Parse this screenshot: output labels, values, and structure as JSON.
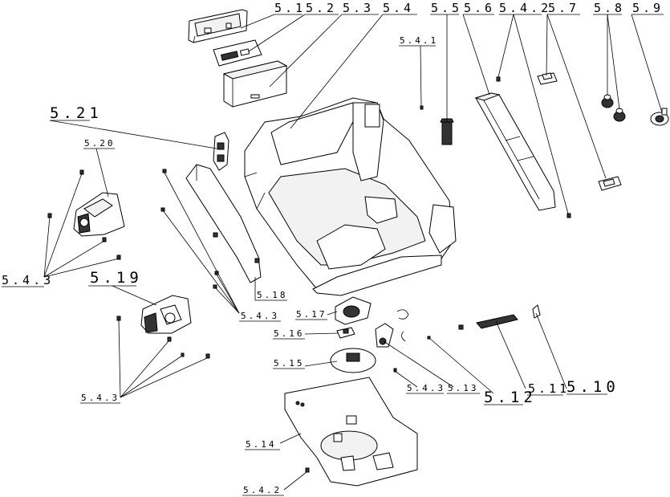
{
  "labels": {
    "l_5_1": "5.1",
    "l_5_2": "5.2",
    "l_5_3": "5.3",
    "l_5_4": "5.4",
    "l_5_5": "5.5",
    "l_5_6": "5.6",
    "l_5_4_2_top": "5.4.2",
    "l_5_7": "5.7",
    "l_5_8": "5.8",
    "l_5_9": "5.9",
    "l_5_4_1": "5.4.1",
    "l_5_21": "5.21",
    "l_5_20": "5.20",
    "l_5_4_3_left": "5.4.3",
    "l_5_19": "5.19",
    "l_5_18": "5.18",
    "l_5_4_3_mid": "5.4.3",
    "l_5_17": "5.17",
    "l_5_16": "5.16",
    "l_5_15": "5.15",
    "l_5_4_3_bottom": "5.4.3",
    "l_5_4_3_center": "5.4.3",
    "l_5_13": "5.13",
    "l_5_12": "5.12",
    "l_5_11": "5.11",
    "l_5_10": "5.10",
    "l_5_14": "5.14",
    "l_5_4_2_bottom": "5.4.2"
  }
}
